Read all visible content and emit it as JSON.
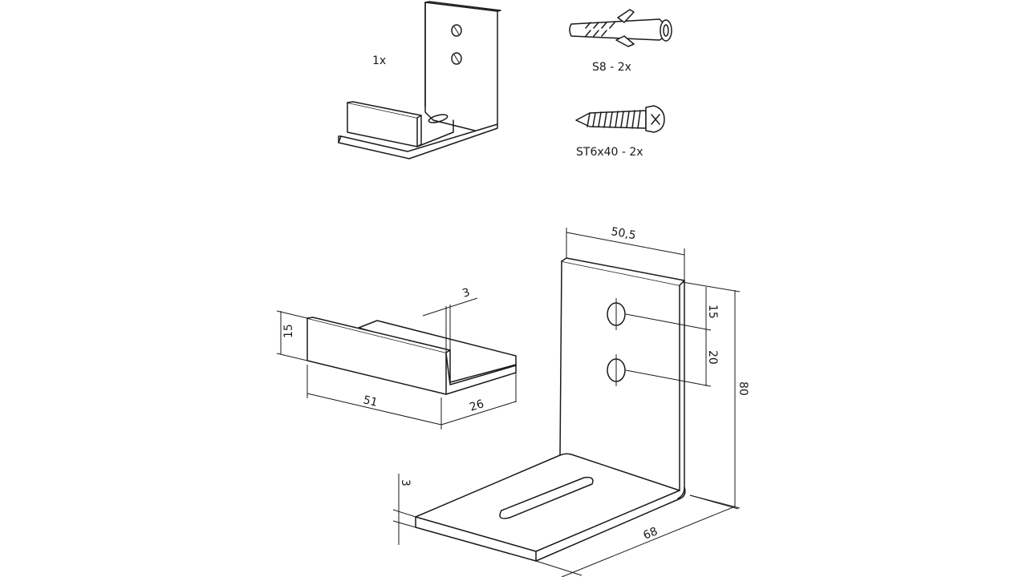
{
  "parts": {
    "bracket_qty": "1x",
    "anchor_label": "S8 - 2x",
    "screw_label": "ST6x40 - 2x"
  },
  "dimensions": {
    "plate_width": "50,5",
    "hole_top_offset": "15",
    "hole_spacing": "20",
    "plate_height": "80",
    "base_thickness": "3",
    "base_depth": "68",
    "guide_height": "15",
    "guide_thickness": "3",
    "guide_length": "51",
    "guide_depth": "26"
  }
}
